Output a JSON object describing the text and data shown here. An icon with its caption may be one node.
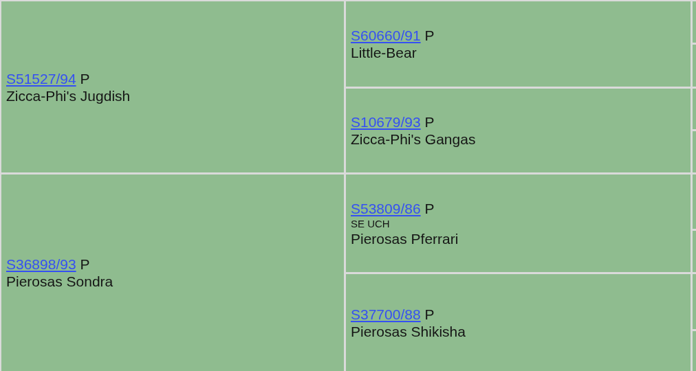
{
  "diagram": {
    "nodes": [
      {
        "text": [
          "S51527/94",
          "P",
          "Zicca-Phi's Jugdish"
        ]
      },
      {
        "text": [
          "S60660/91",
          "P",
          "Little-Bear"
        ]
      },
      {
        "text": [],
        "shape": "box"
      },
      {
        "text": [],
        "shape": "box"
      },
      {
        "text": [
          "S10679/93",
          "P",
          "Zicca-Phi's Gangas"
        ]
      },
      {
        "text": [],
        "shape": "box"
      },
      {
        "text": [],
        "shape": "box"
      },
      {
        "text": [
          "S36898/93",
          "P",
          "Pierosas Sondra"
        ]
      },
      {
        "text": [
          "S53809/86",
          "P",
          "SE UCH",
          "Pierosas Pferrari"
        ]
      },
      {
        "text": [],
        "shape": "box"
      },
      {
        "text": [],
        "shape": "box"
      },
      {
        "text": [
          "S37700/88",
          "P",
          "Pierosas Shikisha"
        ]
      },
      {
        "text": [],
        "shape": "box"
      },
      {
        "text": [],
        "shape": "box"
      }
    ]
  }
}
